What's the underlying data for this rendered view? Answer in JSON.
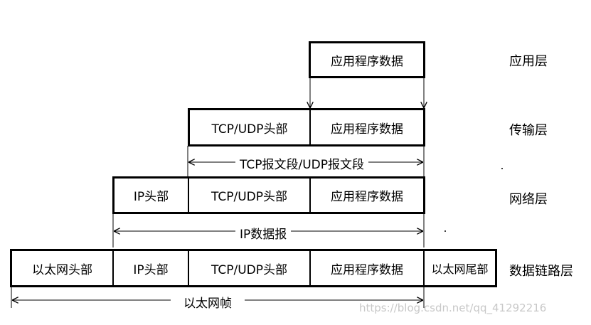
{
  "layers": {
    "app": "应用层",
    "transport": "传输层",
    "network": "网络层",
    "datalink": "数据链路层"
  },
  "row1": {
    "app_data": "应用程序数据"
  },
  "row2": {
    "tcp_udp_header": "TCP/UDP头部",
    "app_data": "应用程序数据"
  },
  "segment_label": "TCP报文段/UDP报文段",
  "row3": {
    "ip_header": "IP头部",
    "tcp_udp_header": "TCP/UDP头部",
    "app_data": "应用程序数据"
  },
  "datagram_label": "IP数据报",
  "row4": {
    "eth_header": "以太网头部",
    "ip_header": "IP头部",
    "tcp_udp_header": "TCP/UDP头部",
    "app_data": "应用程序数据",
    "eth_trailer": "以太网尾部"
  },
  "frame_label": "以太网帧",
  "watermark": "https://blog.csdn.net/qq_41292216"
}
